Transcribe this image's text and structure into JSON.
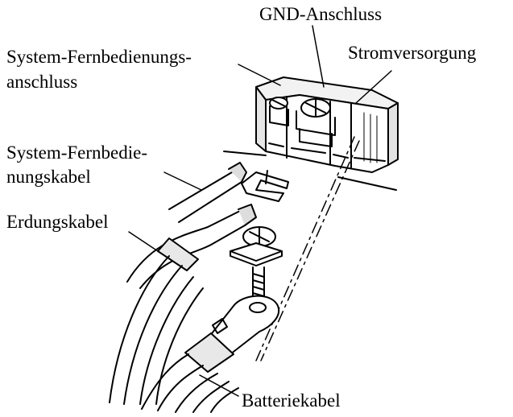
{
  "labels": {
    "gnd": "GND-Anschluss",
    "stromversorgung": "Stromversorgung",
    "fernbedienungsanschluss_line1": "System-Fernbedienungs-",
    "fernbedienungsanschluss_line2": "anschluss",
    "fernbedienungskabel_line1": "System-Fernbedie-",
    "fernbedienungskabel_line2": "nungskabel",
    "erdungskabel": "Erdungskabel",
    "batteriekabel": "Batteriekabel"
  },
  "colors": {
    "ink": "#000000",
    "background": "#ffffff",
    "shade": "#d8d8d8"
  }
}
